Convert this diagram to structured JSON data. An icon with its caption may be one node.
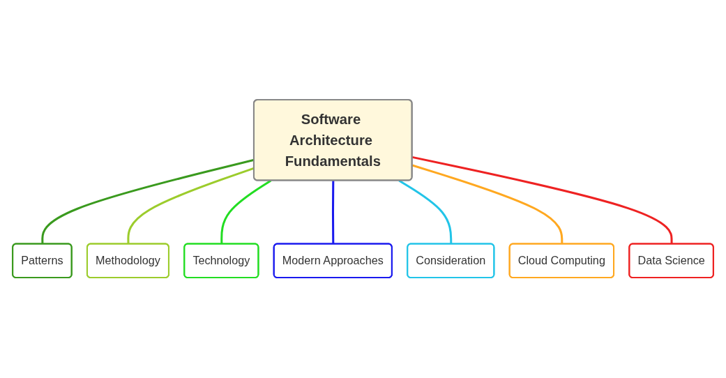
{
  "diagram": {
    "nodes": [
      {
        "text": [
          "Software Architecture Fundamentals"
        ]
      },
      {
        "text": [
          "Patterns"
        ]
      },
      {
        "text": [
          "Methodology"
        ]
      },
      {
        "text": [
          "Technology"
        ]
      },
      {
        "text": [
          "Modern Approaches"
        ]
      },
      {
        "text": [
          "Consideration"
        ]
      },
      {
        "text": [
          "Cloud Computing"
        ]
      },
      {
        "text": [
          "Data Science"
        ]
      }
    ],
    "edges": [
      {
        "from": 0,
        "to": 1,
        "arrow": "none",
        "color": "#3a9a1e"
      },
      {
        "from": 0,
        "to": 2,
        "arrow": "none",
        "color": "#9ccc2c"
      },
      {
        "from": 0,
        "to": 3,
        "arrow": "none",
        "color": "#22dd22"
      },
      {
        "from": 0,
        "to": 4,
        "arrow": "none",
        "color": "#1a1aee"
      },
      {
        "from": 0,
        "to": 5,
        "arrow": "none",
        "color": "#22c4e8"
      },
      {
        "from": 0,
        "to": 6,
        "arrow": "none",
        "color": "#ffa820"
      },
      {
        "from": 0,
        "to": 7,
        "arrow": "none",
        "color": "#ee2222"
      }
    ]
  }
}
